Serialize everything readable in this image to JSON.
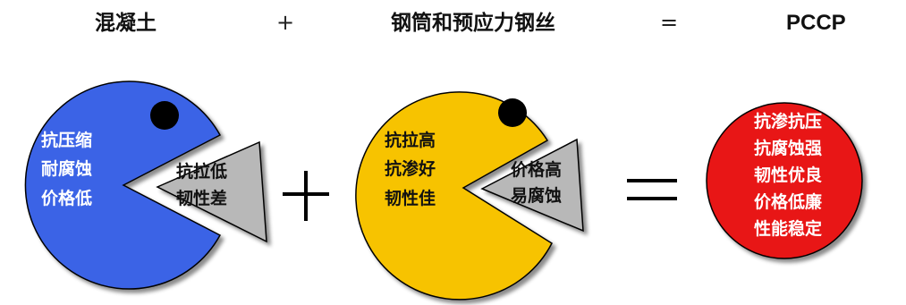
{
  "header": {
    "concrete": "混凝土",
    "plus": "+",
    "steel": "钢筒和预应力钢丝",
    "equals": "=",
    "pccp": "PCCP"
  },
  "concrete_circle": {
    "color": "#3a63e6",
    "lines": [
      "抗压缩",
      "耐腐蚀",
      "价格低"
    ],
    "wedge_lines": [
      "抗拉低",
      "韧性差"
    ]
  },
  "steel_circle": {
    "color": "#f7c300",
    "lines": [
      "抗拉高",
      "抗渗好",
      "韧性佳"
    ],
    "wedge_lines": [
      "价格高",
      "易腐蚀"
    ]
  },
  "pccp_circle": {
    "color": "#e81212",
    "lines": [
      "抗渗抗压",
      "抗腐蚀强",
      "韧性优良",
      "价格低廉",
      "性能稳定"
    ]
  },
  "wedge_color": "#b8b8b8"
}
